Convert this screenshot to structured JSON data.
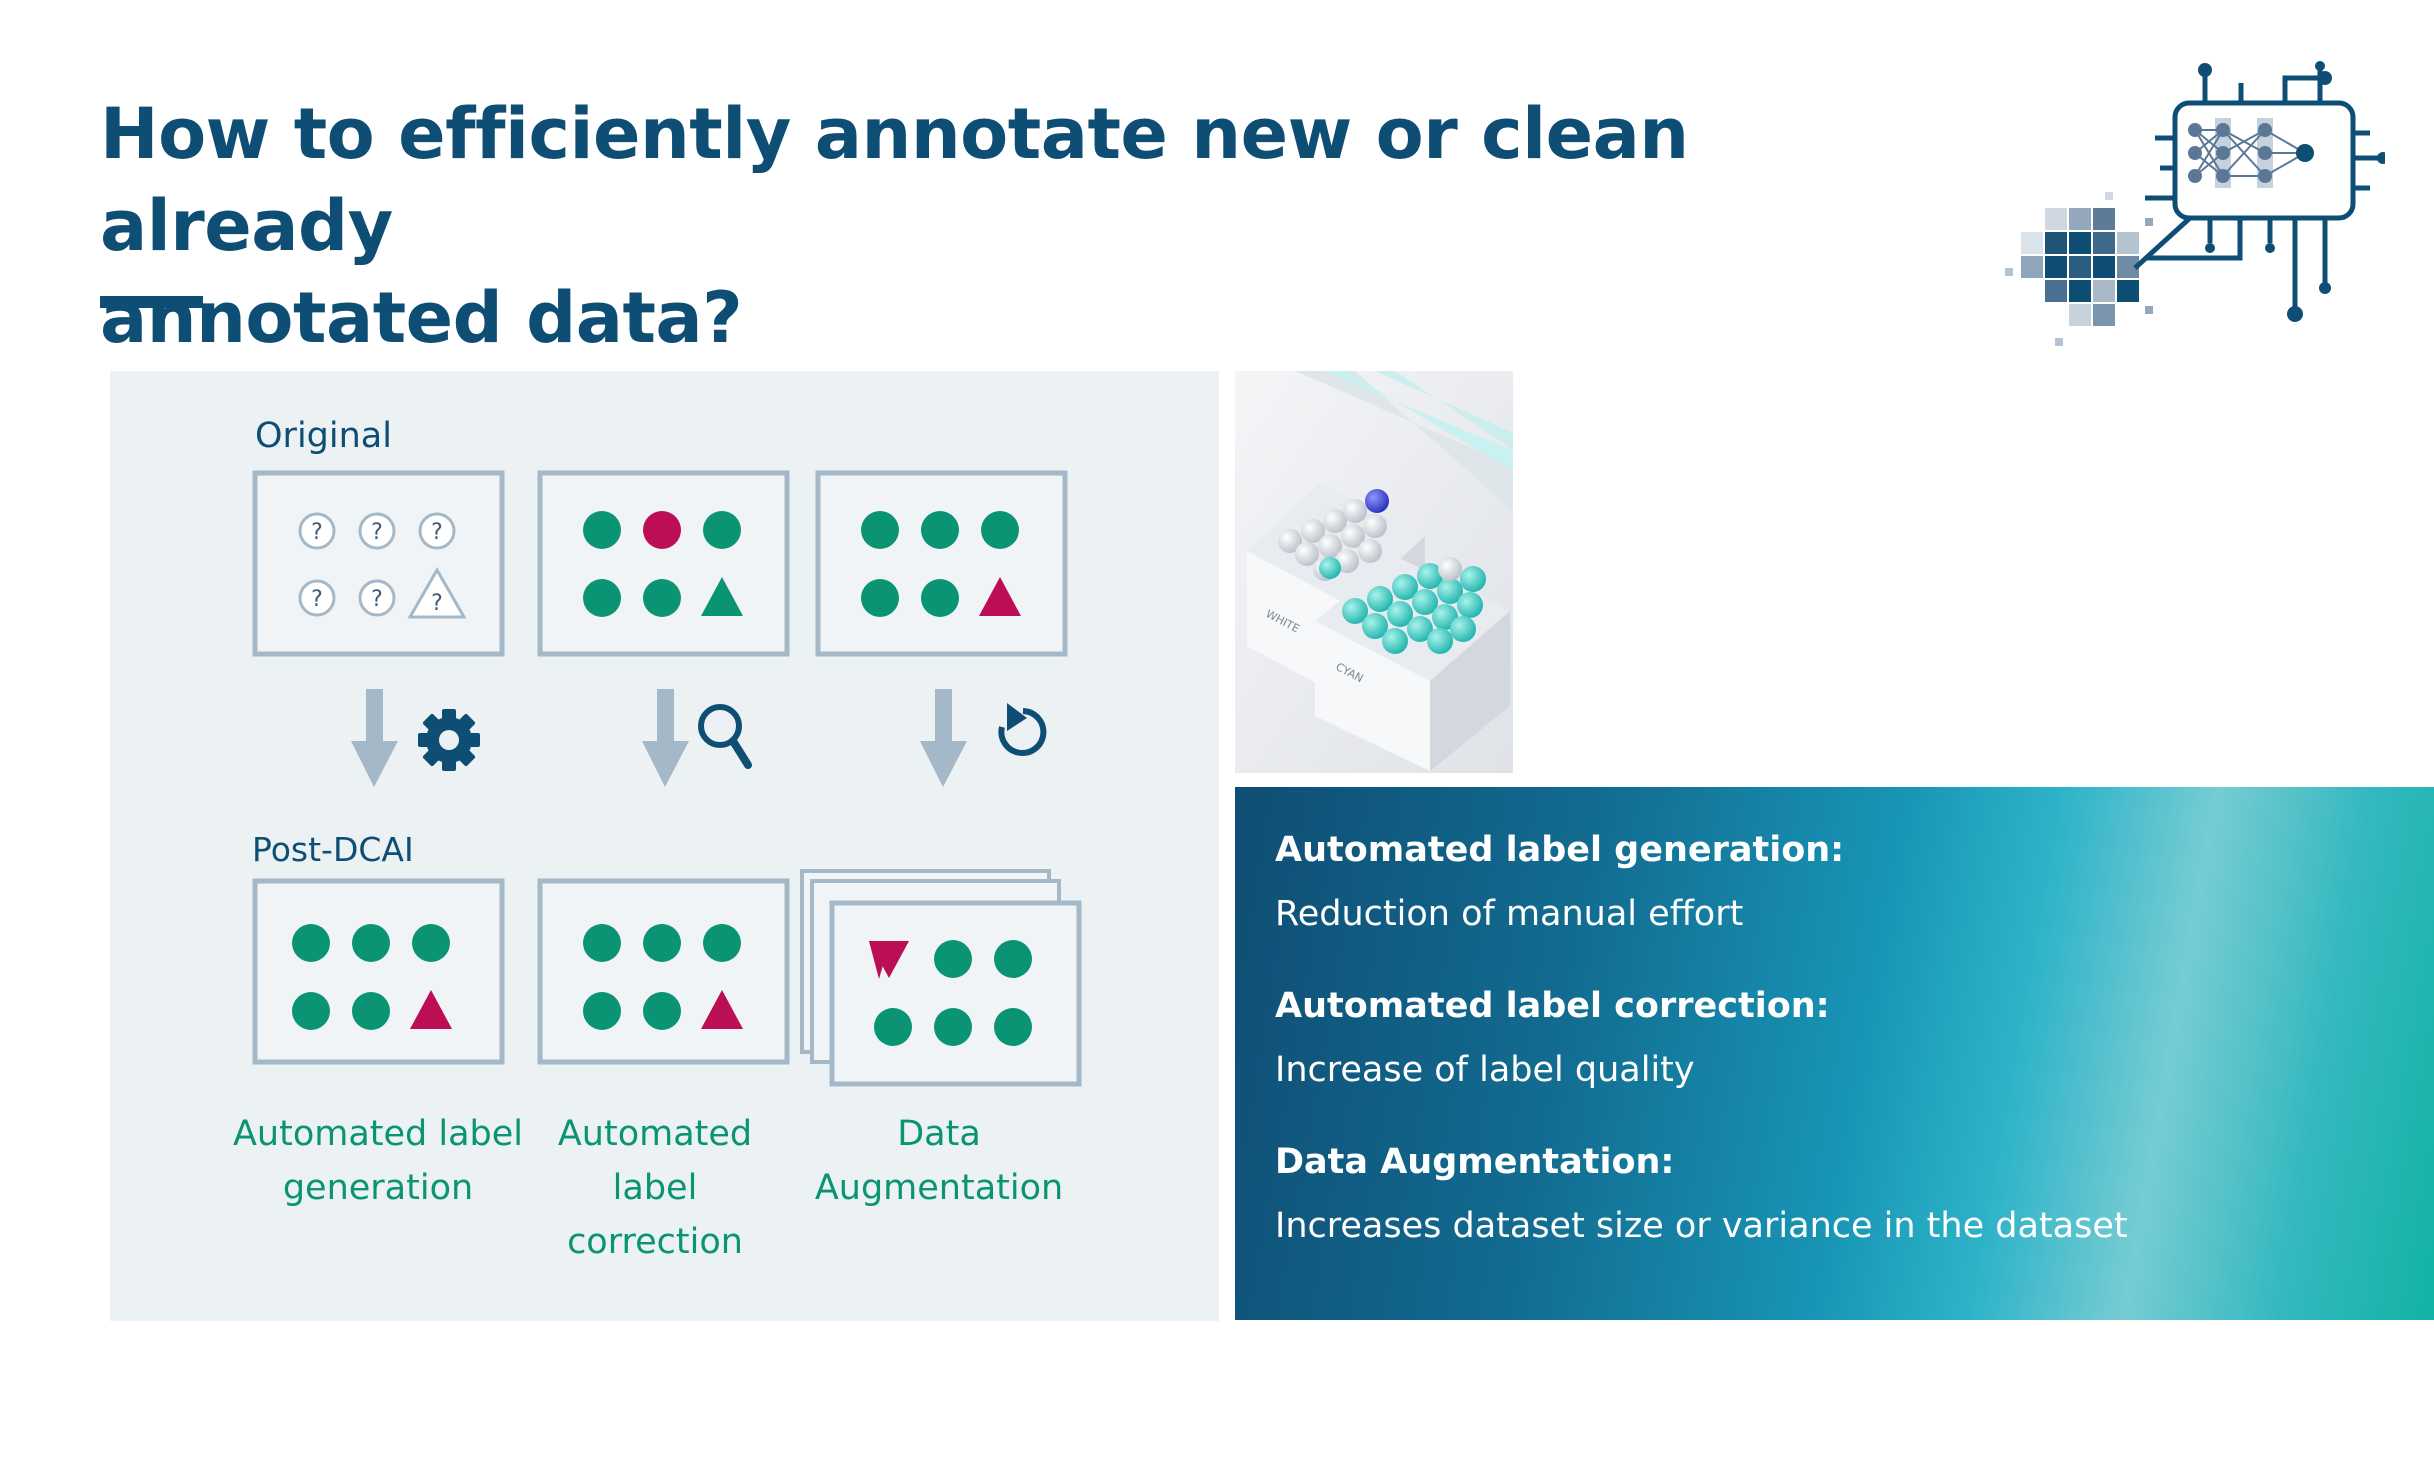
{
  "slide": {
    "title_line1": "How to efficiently annotate new or clean already",
    "title_line2": "annotated data?"
  },
  "diagram": {
    "original_label": "Original",
    "post_label": "Post-DCAI",
    "question_mark": "?",
    "columns": [
      {
        "caption_lines": [
          "Automated label",
          "generation"
        ],
        "icon": "gear-icon"
      },
      {
        "caption_lines": [
          "Automated",
          "label",
          "correction"
        ],
        "icon": "magnifier-icon"
      },
      {
        "caption_lines": [
          "Data",
          "Augmentation"
        ],
        "icon": "rotate-icon"
      }
    ],
    "colors": {
      "green": "#0a9474",
      "crimson": "#bb0e54",
      "arrow": "#a5b8c7",
      "frame": "#a5b8c7",
      "dark_icon": "#0f4e74",
      "caption": "#0a9474"
    }
  },
  "photo": {
    "label_white": "WHITE",
    "label_cyan": "CYAN"
  },
  "info": {
    "items": [
      {
        "heading": "Automated label generation:",
        "description": "Reduction of manual effort"
      },
      {
        "heading": "Automated label correction:",
        "description": "Increase of label quality"
      },
      {
        "heading": "Data Augmentation:",
        "description": "Increases dataset size or variance in the dataset"
      }
    ]
  }
}
